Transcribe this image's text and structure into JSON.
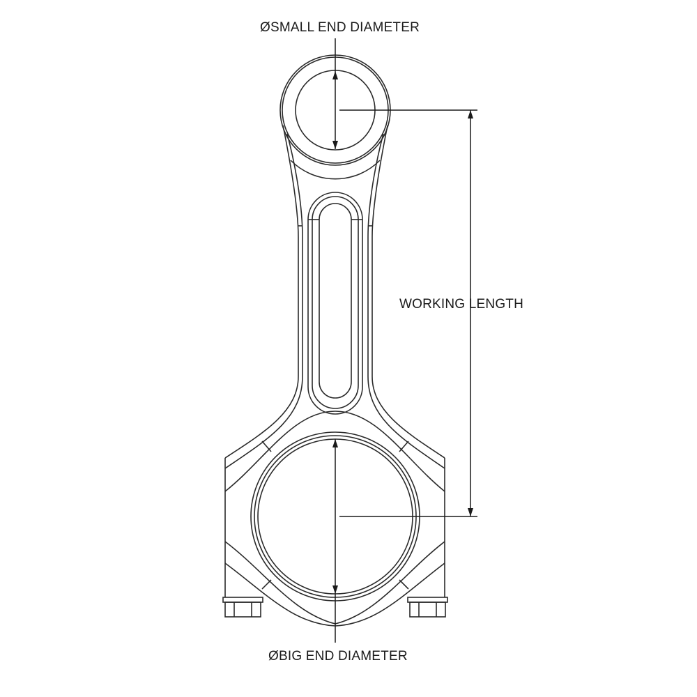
{
  "labels": {
    "small_end": "ØSMALL END DIAMETER",
    "working_length": "WORKING LENGTH",
    "big_end": "ØBIG END DIAMETER"
  },
  "colors": {
    "line": "#2a2a2a",
    "background": "#ffffff"
  }
}
